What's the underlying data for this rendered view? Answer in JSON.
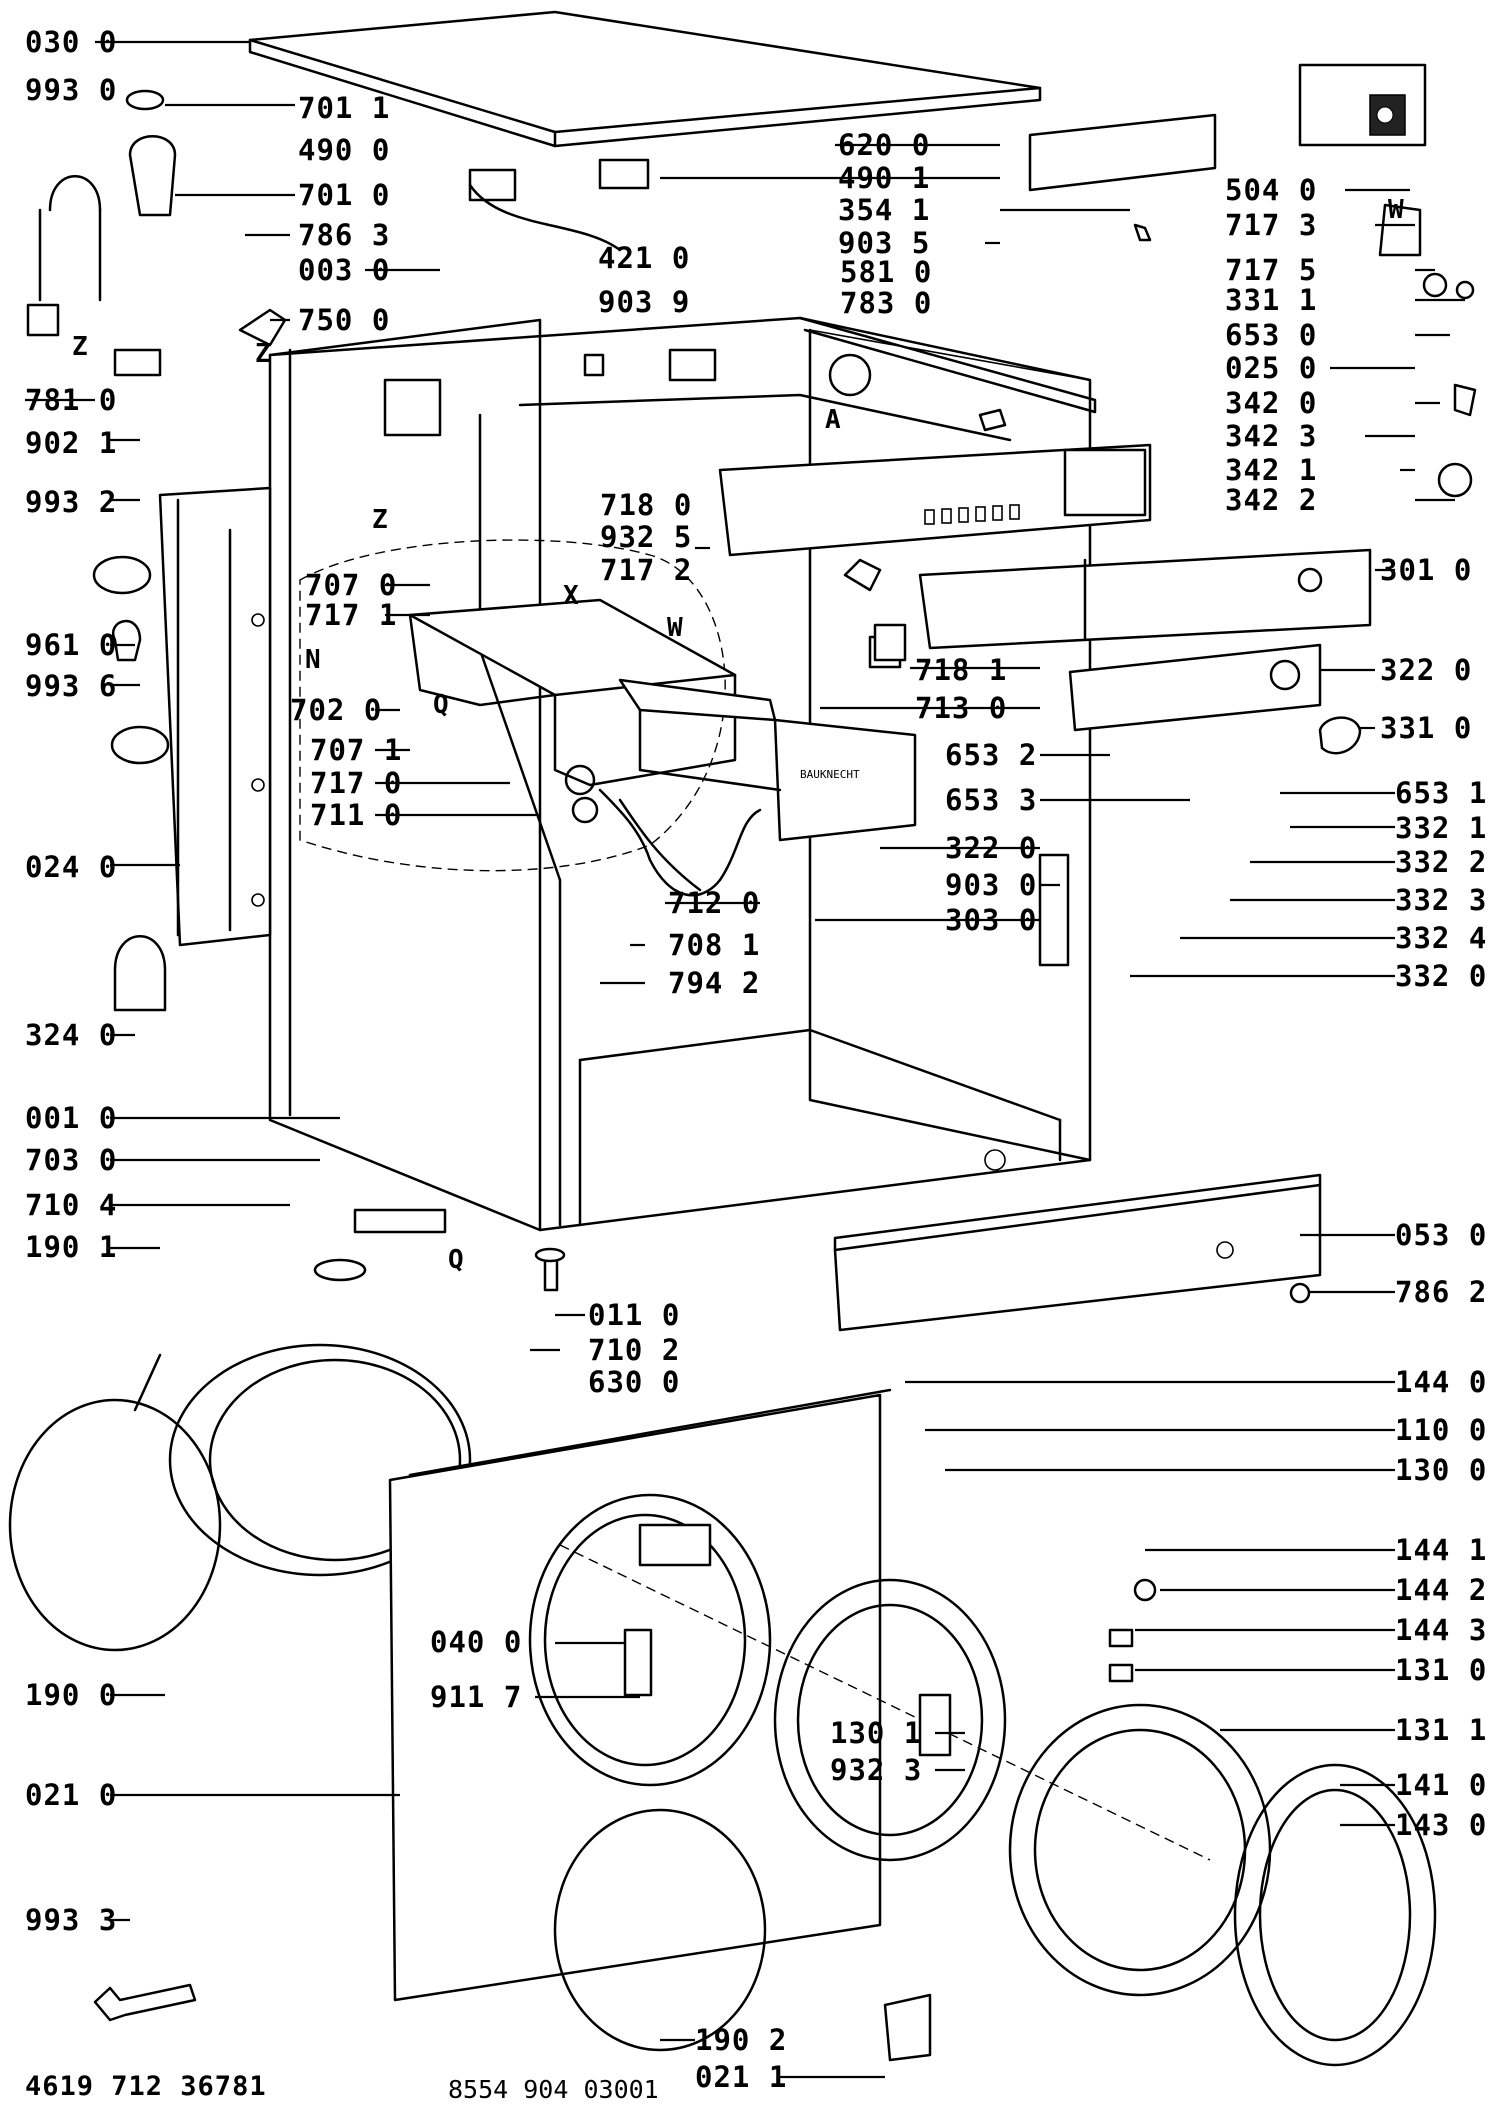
{
  "callouts": [
    "030 0",
    "993 0",
    "701 1",
    "490 0",
    "701 0",
    "786 3",
    "003 0",
    "750 0",
    "781 0",
    "902 1",
    "993 2",
    "961 0",
    "993 6",
    "024 0",
    "324 0",
    "001 0",
    "703 0",
    "710 4",
    "190 1",
    "190 0",
    "021 0",
    "993 3",
    "620 0",
    "490 1",
    "354 1",
    "903 5",
    "581 0",
    "783 0",
    "421 0",
    "903 9",
    "504 0",
    "717 3",
    "717 5",
    "331 1",
    "653 0",
    "025 0",
    "342 0",
    "342 3",
    "342 1",
    "342 2",
    "718 0",
    "932 5",
    "717 2",
    "707 0",
    "717 1",
    "702 0",
    "707 1",
    "717 0",
    "711 0",
    "301 0",
    "718 1",
    "713 0",
    "322 0",
    "331 0",
    "653 2",
    "653 3",
    "653 1",
    "322 0",
    "903 0",
    "303 0",
    "332 1",
    "332 2",
    "332 3",
    "332 4",
    "332 0",
    "712 0",
    "708 1",
    "794 2",
    "053 0",
    "786 2",
    "011 0",
    "710 2",
    "630 0",
    "144 0",
    "110 0",
    "130 0",
    "144 1",
    "144 2",
    "144 3",
    "131 0",
    "131 1",
    "141 0",
    "143 0",
    "040 0",
    "911 7",
    "130 1",
    "932 3",
    "190 2",
    "021 1"
  ],
  "markers": [
    "Z",
    "Z",
    "Z",
    "A",
    "X",
    "W",
    "W",
    "N",
    "Q",
    "Q"
  ],
  "panel_brand": "BAUKNECHT",
  "footer": {
    "left_code": "4619 712 36781",
    "center_code": "8554 904 03001"
  }
}
